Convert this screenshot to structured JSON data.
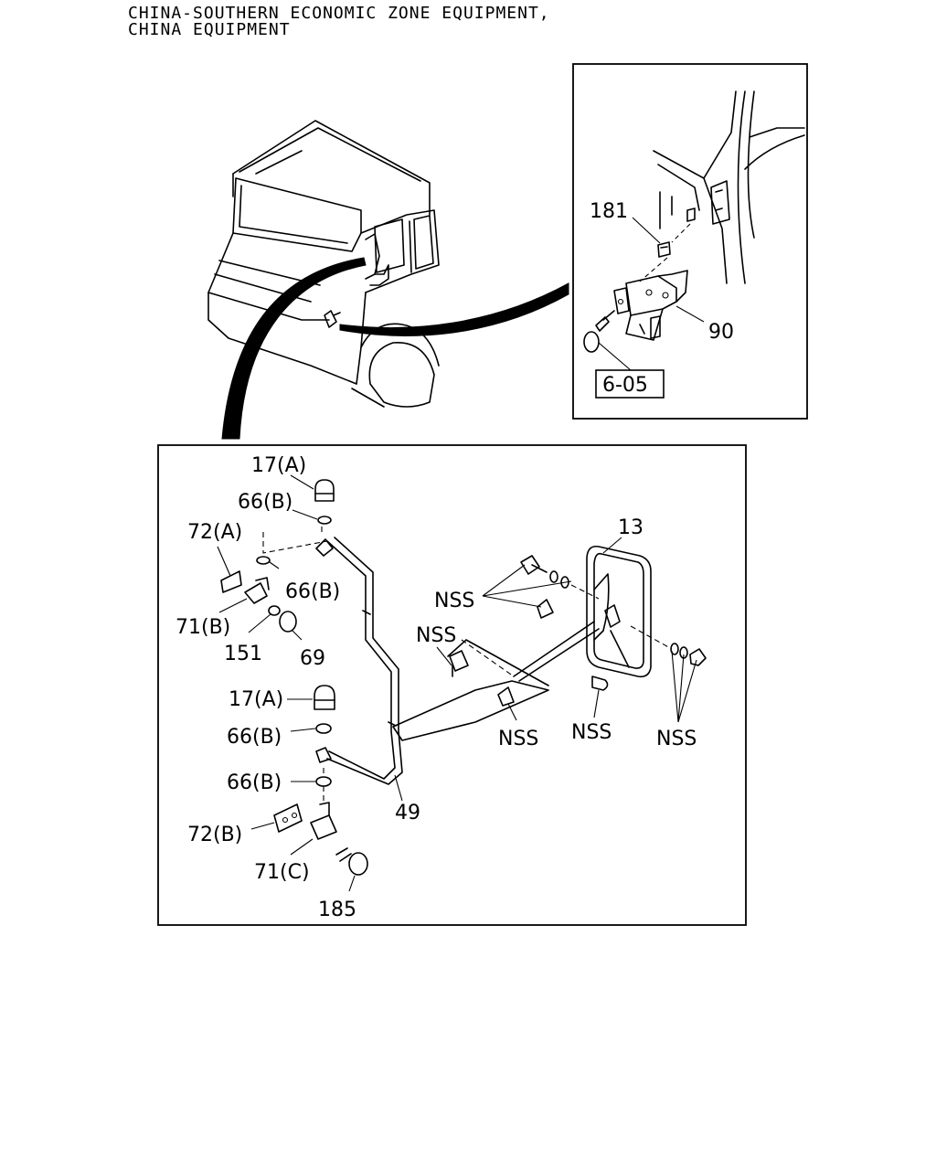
{
  "header": {
    "line1": "CHINA-SOUTHERN ECONOMIC ZONE EQUIPMENT,",
    "line2": "CHINA EQUIPMENT"
  },
  "inset": {
    "labels": {
      "p181": "181",
      "p90": "90",
      "ref": "6-05"
    }
  },
  "detail": {
    "labels": {
      "p17a_top": "17(A)",
      "p66b_1": "66(B)",
      "p72a": "72(A)",
      "p66b_2": "66(B)",
      "p71b": "71(B)",
      "p151": "151",
      "p69": "69",
      "p13": "13",
      "nss_1": "NSS",
      "nss_2": "NSS",
      "p17a_mid": "17(A)",
      "p66b_3": "66(B)",
      "nss_3": "NSS",
      "nss_4": "NSS",
      "nss_5": "NSS",
      "p66b_4": "66(B)",
      "p49": "49",
      "p72b": "72(B)",
      "p71c": "71(C)",
      "p185": "185"
    }
  }
}
